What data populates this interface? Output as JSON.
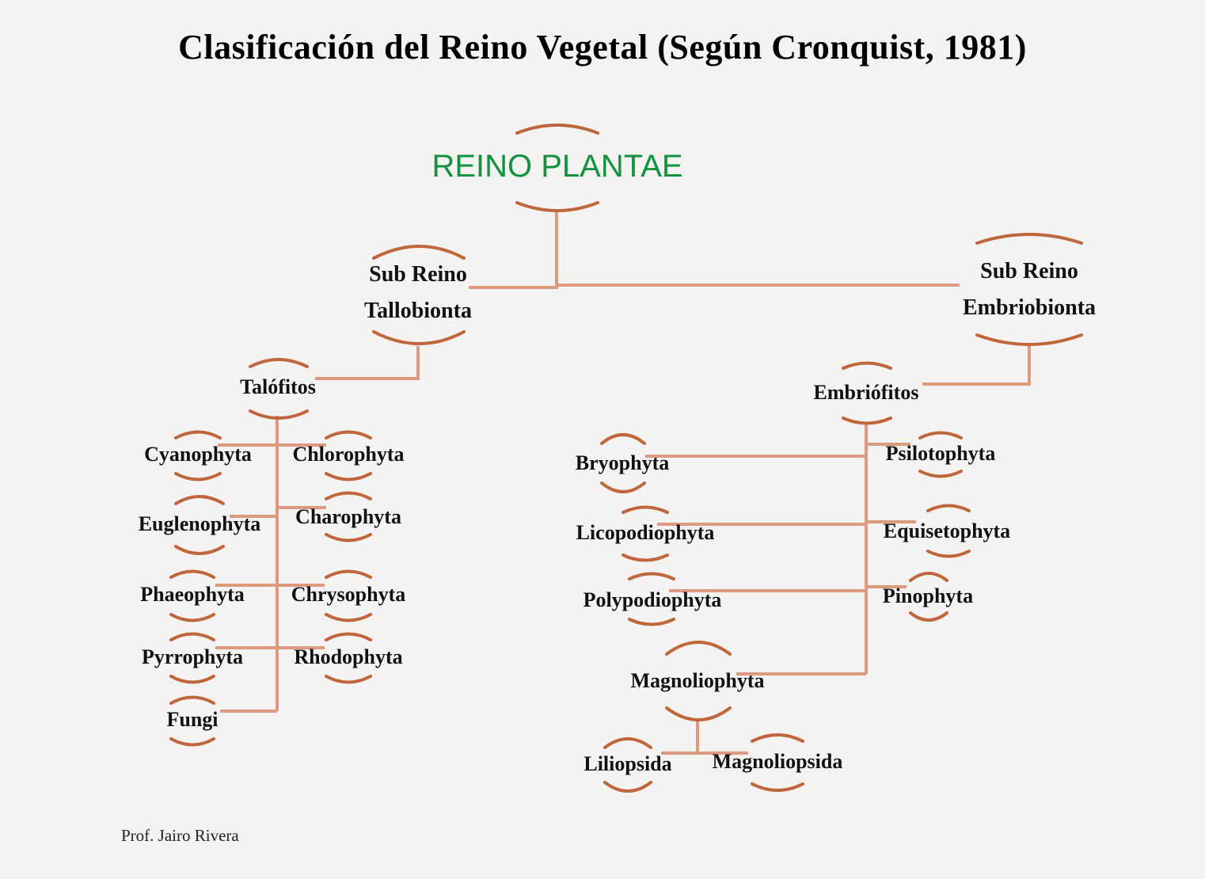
{
  "title": "Clasificación del Reino Vegetal (Según Cronquist, 1981)",
  "colors": {
    "arc": "#c0663c",
    "connector": "#dc9a80",
    "root_text": "#12913f",
    "background": "#f4f3f2"
  },
  "root": {
    "label": "REINO PLANTAE"
  },
  "subkingdoms": [
    {
      "line1": "Sub Reino",
      "line2": "Tallobionta"
    },
    {
      "line1": "Sub Reino",
      "line2": "Embriobionta"
    }
  ],
  "groups": {
    "talofitos": "Talófitos",
    "embriofitos": "Embriófitos"
  },
  "talofitos_divisions": {
    "left": [
      "Cyanophyta",
      "Euglenophyta",
      "Phaeophyta",
      "Pyrrophyta",
      "Fungi"
    ],
    "right": [
      "Chlorophyta",
      "Charophyta",
      "Chrysophyta",
      "Rhodophyta"
    ]
  },
  "embriofitos_divisions": {
    "left": [
      "Bryophyta",
      "Licopodiophyta",
      "Polypodiophyta",
      "Magnoliophyta"
    ],
    "right": [
      "Psilotophyta",
      "Equisetophyta",
      "Pinophyta"
    ]
  },
  "magnoliophyta_classes": [
    "Liliopsida",
    "Magnoliopsida"
  ],
  "credit": "Prof. Jairo Rivera"
}
